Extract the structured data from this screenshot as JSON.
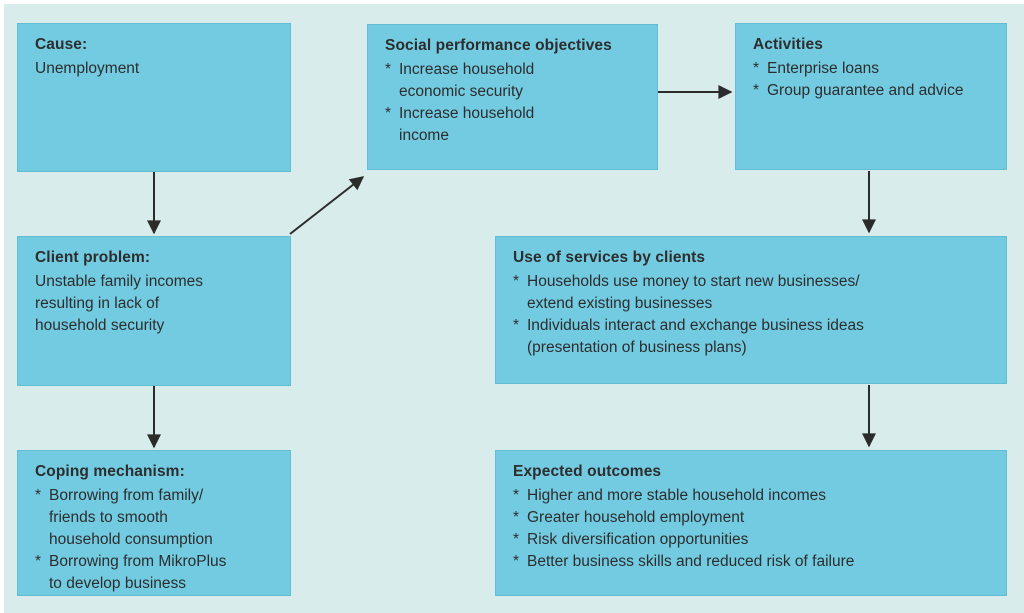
{
  "bullet_marker": "*",
  "colors": {
    "panel_bg": "#d8eceb",
    "box_fill": "#72cbe1",
    "text": "#2d2d2d",
    "arrow": "#2b2b2b"
  },
  "boxes": {
    "cause": {
      "title": "Cause:",
      "body_lines": [
        "Unemployment"
      ]
    },
    "social_objectives": {
      "title": "Social performance objectives",
      "bullets": [
        {
          "lines": [
            "Increase household",
            "economic security"
          ]
        },
        {
          "lines": [
            "Increase household",
            "income"
          ]
        }
      ]
    },
    "activities": {
      "title": "Activities",
      "bullets": [
        {
          "lines": [
            "Enterprise loans"
          ]
        },
        {
          "lines": [
            "Group guarantee and advice"
          ]
        }
      ]
    },
    "client_problem": {
      "title": "Client problem:",
      "body_lines": [
        "Unstable family incomes",
        "resulting in lack of",
        "household security"
      ]
    },
    "use_of_services": {
      "title": "Use of services by clients",
      "bullets": [
        {
          "lines": [
            "Households use money to start new businesses/",
            "extend existing businesses"
          ]
        },
        {
          "lines": [
            "Individuals interact and exchange business ideas",
            "(presentation of business plans)"
          ]
        }
      ]
    },
    "coping_mechanism": {
      "title": "Coping mechanism:",
      "bullets": [
        {
          "lines": [
            "Borrowing from family/",
            "friends to smooth",
            "household consumption"
          ]
        },
        {
          "lines": [
            "Borrowing from MikroPlus",
            "to develop business"
          ]
        }
      ]
    },
    "expected_outcomes": {
      "title": "Expected outcomes",
      "bullets": [
        {
          "lines": [
            "Higher and more stable household incomes"
          ]
        },
        {
          "lines": [
            "Greater household employment"
          ]
        },
        {
          "lines": [
            "Risk diversification opportunities"
          ]
        },
        {
          "lines": [
            "Better business skills and reduced risk of failure"
          ]
        }
      ]
    }
  }
}
